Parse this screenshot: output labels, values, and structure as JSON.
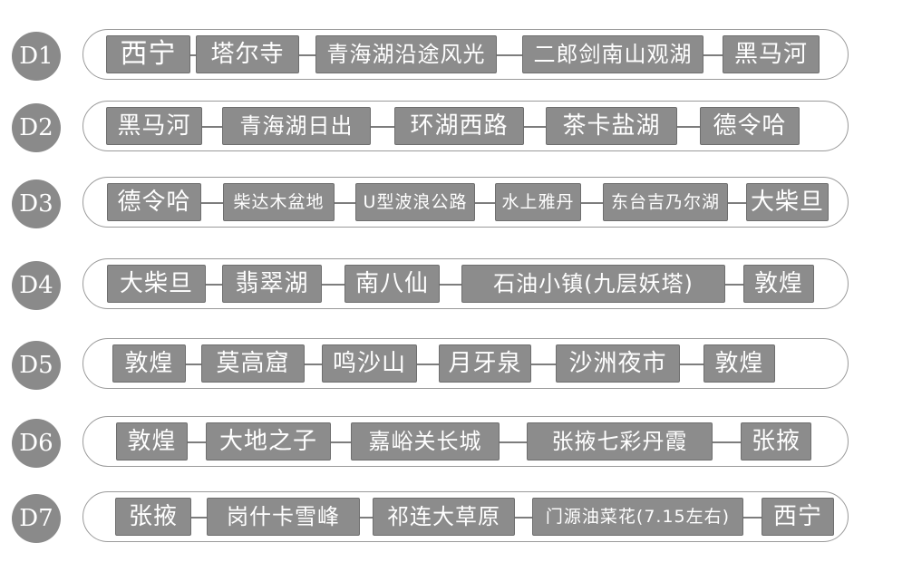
{
  "days": [
    {
      "day": "D1",
      "stops": [
        "西宁",
        "塔尔寺",
        "青海湖沿途风光",
        "二郎剑南山观湖",
        "黑马河"
      ]
    },
    {
      "day": "D2",
      "stops": [
        "黑马河",
        "青海湖日出",
        "环湖西路",
        "茶卡盐湖",
        "德令哈"
      ]
    },
    {
      "day": "D3",
      "stops": [
        "德令哈",
        "柴达木盆地",
        "U型波浪公路",
        "水上雅丹",
        "东台吉乃尔湖",
        "大柴旦"
      ]
    },
    {
      "day": "D4",
      "stops": [
        "大柴旦",
        "翡翠湖",
        "南八仙",
        "石油小镇(九层妖塔)",
        "敦煌"
      ]
    },
    {
      "day": "D5",
      "stops": [
        "敦煌",
        "莫高窟",
        "鸣沙山",
        "月牙泉",
        "沙洲夜市",
        "敦煌"
      ]
    },
    {
      "day": "D6",
      "stops": [
        "敦煌",
        "大地之子",
        "嘉峪关长城",
        "张掖七彩丹霞",
        "张掖"
      ]
    },
    {
      "day": "D7",
      "stops": [
        "张掖",
        "岗什卡雪峰",
        "祁连大草原",
        "门源油菜花(7.15左右)",
        "西宁"
      ]
    }
  ],
  "colors": {
    "badge": "#8a8a8a",
    "stop": "#8c8c8c",
    "line": "#7d7d7d",
    "border": "#9a9a9a",
    "text": "#ffffff"
  }
}
